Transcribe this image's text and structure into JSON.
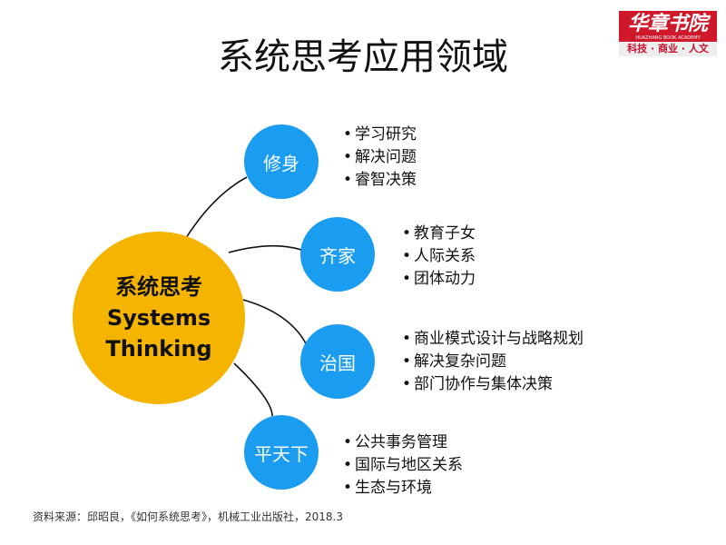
{
  "title": "系统思考应用领域",
  "logo": {
    "name": "华章书院",
    "sub": "HUAZHANG BOOK ACADEMY",
    "tagline": "科技 · 商业 · 人文"
  },
  "center": {
    "cn": "系统思考",
    "en1": "Systems",
    "en2": "Thinking"
  },
  "nodes": [
    {
      "label": "修身",
      "items": [
        "学习研究",
        "解决问题",
        "睿智决策"
      ]
    },
    {
      "label": "齐家",
      "items": [
        "教育子女",
        "人际关系",
        "团体动力"
      ]
    },
    {
      "label": "治国",
      "items": [
        "商业模式设计与战略规划",
        "解决复杂问题",
        "部门协作与集体决策"
      ]
    },
    {
      "label": "平天下",
      "items": [
        "公共事务管理",
        "国际与地区关系",
        "生态与环境"
      ]
    }
  ],
  "footer": "资料来源：邱昭良，《如何系统思考》，机械工业出版社，2018.3",
  "colors": {
    "center": "#f4b400",
    "node": "#1a9cf0",
    "logo": "#d0182b"
  }
}
